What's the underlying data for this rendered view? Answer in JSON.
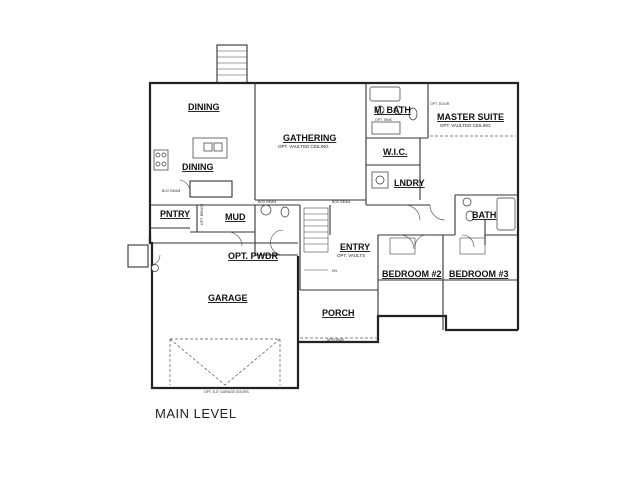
{
  "title": "MAIN LEVEL",
  "rooms": {
    "dining_top": "DINING",
    "dining": "DINING",
    "gathering": "GATHERING",
    "gathering_note": "OPT. VAULTED CEILING",
    "m_bath": "M. BATH",
    "master_suite": "MASTER SUITE",
    "master_note": "OPT. VAULTED CEILING",
    "wic": "W.I.C.",
    "lndry": "LNDRY",
    "pntry": "PNTRY",
    "mud": "MUD",
    "opt_pwdr": "OPT. PWDR",
    "entry": "ENTRY",
    "entry_note": "OPT. VAULTS",
    "bath": "BATH",
    "bedroom2": "BEDROOM #2",
    "bedroom3": "BEDROOM #3",
    "garage": "GARAGE",
    "garage_note": "OPT. 8-0\" GARAGE DOORS",
    "porch": "PORCH",
    "archway": "ARCHWAY"
  },
  "notes": {
    "opt_door": "OPT. DOOR",
    "opt_sink": "OPT. SINK",
    "box_beam_1": "BOX BEAM",
    "box_beam_2": "BOX BEAM",
    "box_beam_3": "BOX BEAM",
    "opt_bench": "OPT. BENCH",
    "dn": "DN"
  }
}
